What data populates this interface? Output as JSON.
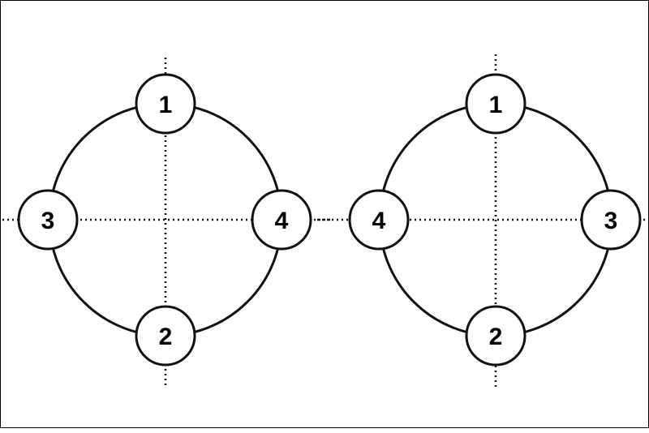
{
  "colors": {
    "stroke": "#111111",
    "background": "#ffffff"
  },
  "diagram": {
    "patterns": [
      {
        "nodes": {
          "top": "1",
          "bottom": "2",
          "left": "3",
          "right": "4"
        }
      },
      {
        "nodes": {
          "top": "1",
          "bottom": "2",
          "left": "4",
          "right": "3"
        }
      }
    ]
  }
}
